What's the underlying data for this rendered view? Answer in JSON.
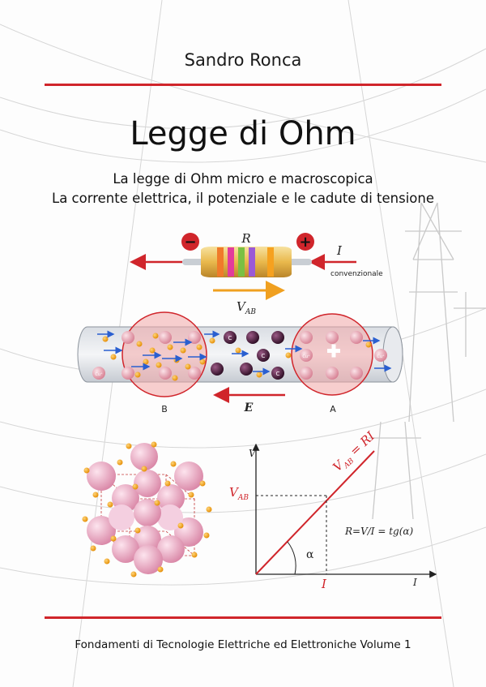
{
  "author": "Sandro Ronca",
  "title": "Legge di Ohm",
  "subtitle_lines": [
    "La legge di Ohm micro e macroscopica",
    "La corrente elettrica, il potenziale e le cadute di tensione"
  ],
  "footer": "Fondamenti di Tecnologie Elettriche ed Elettroniche Volume 1",
  "resistor": {
    "label": "R",
    "minus": "−",
    "plus": "+",
    "current": "I",
    "current_note": "convenzionale",
    "voltage": "V",
    "voltage_sub": "AB"
  },
  "conductor": {
    "point_b": "B",
    "point_a": "A",
    "field": "E",
    "ion": "Cu⁺",
    "electron": "C"
  },
  "graph": {
    "y_axis": "V",
    "x_axis": "I",
    "line_label_v": "V",
    "line_label_sub": "AB",
    "line_label_eq": " = RI",
    "v_marker": "V",
    "v_marker_sub": "AB",
    "i_marker": "I",
    "angle": "α",
    "formula": "R=V/I = tg(α)"
  },
  "colors": {
    "accent_red": "#d0252b",
    "arrow_blue": "#2a5fd0",
    "arrow_orange": "#f0a020",
    "electron_dark": "#4a1a3a",
    "ion_pink": "#e89aaa"
  }
}
